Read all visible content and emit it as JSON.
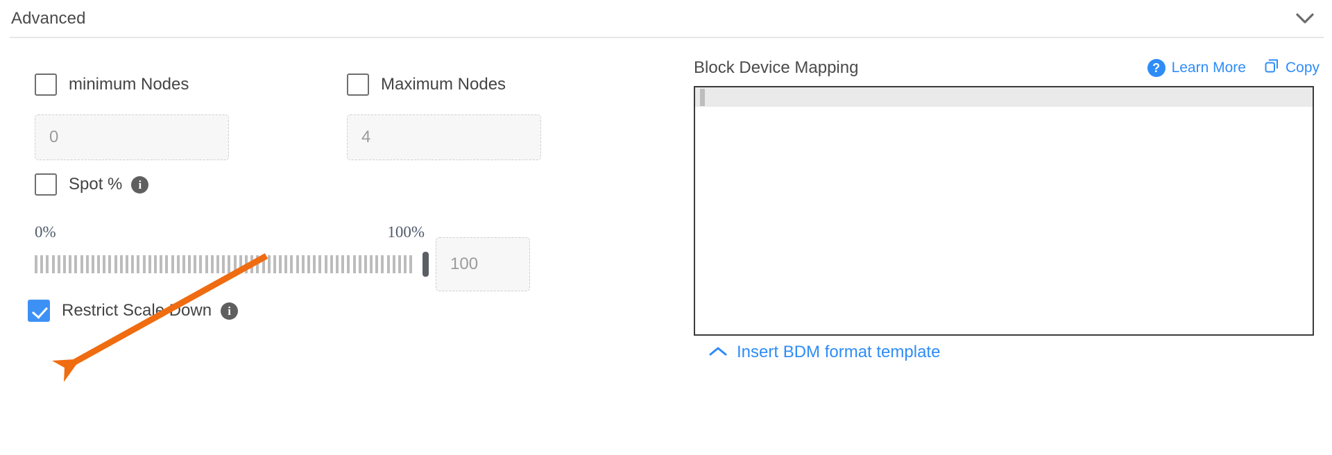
{
  "section": {
    "title": "Advanced",
    "collapse_icon": "chevron-down-icon"
  },
  "left": {
    "min_nodes": {
      "label": "minimum Nodes",
      "checked": false,
      "field_value": "0"
    },
    "max_nodes": {
      "label": "Maximum Nodes",
      "checked": false,
      "field_value": "4"
    },
    "spot": {
      "label": "Spot %",
      "checked": false,
      "info_icon": "info-icon",
      "info_glyph": "i"
    },
    "slider": {
      "min_label": "0%",
      "max_label": "100%",
      "value": 100,
      "value_field": "100"
    },
    "restrict_scale_down": {
      "label": "Restrict Scale Down",
      "checked": true,
      "info_icon": "info-icon",
      "info_glyph": "i"
    }
  },
  "right": {
    "title": "Block Device Mapping",
    "learn_more": {
      "label": "Learn More",
      "icon": "question-mark-circle-icon",
      "glyph": "?"
    },
    "copy": {
      "label": "Copy",
      "icon": "copy-icon"
    },
    "editor": {
      "content": "",
      "active_line": 1
    },
    "insert_template": {
      "label": "Insert BDM format template",
      "icon": "chevron-up-icon"
    }
  },
  "annotation": {
    "type": "arrow",
    "color": "#ef6c10",
    "points_to": "restrict-scale-down-checkbox"
  },
  "colors": {
    "accent_blue": "#2e8cf7",
    "checkbox_checked": "#3d91f5",
    "annotation_orange": "#ef6c10",
    "text_gray": "#4a4a4a",
    "divider": "#e6e6e6"
  }
}
